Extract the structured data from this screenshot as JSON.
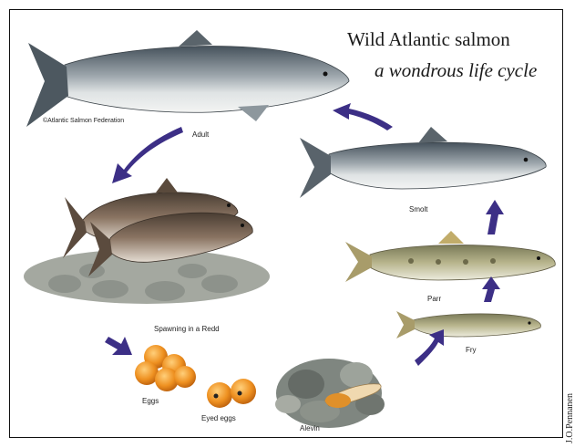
{
  "title": {
    "main": "Wild Atlantic salmon",
    "subtitle": "a wondrous life cycle"
  },
  "copyright": "©Atlantic Salmon Federation",
  "stages": {
    "adult": "Adult",
    "smolt": "Smolt",
    "parr": "Parr",
    "fry": "Fry",
    "alevin": "Alevin",
    "eyed_eggs": "Eyed eggs",
    "eggs": "Eggs",
    "spawning": "Spawning in a Redd"
  },
  "artist_credit": "J.O.Pennanen",
  "colors": {
    "arrow": "#3c2f86",
    "fish_back": "#4f5a63",
    "fish_belly": "#e6e9ea",
    "egg": "#e88a1e",
    "gravel": "#9a9e97"
  }
}
